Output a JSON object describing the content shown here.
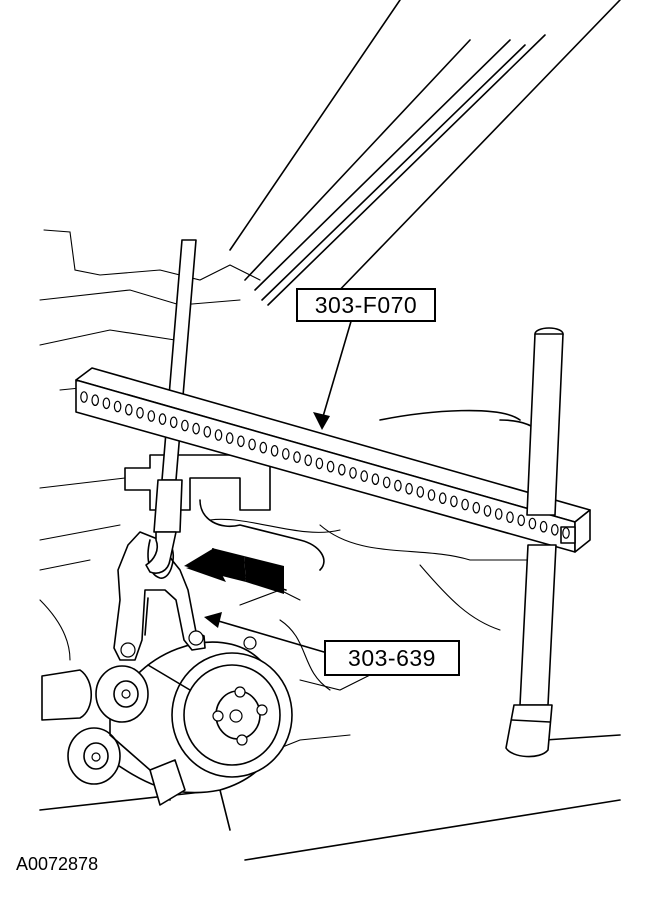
{
  "callouts": {
    "tool_a": "303-F070",
    "tool_b": "303-639"
  },
  "figure_id": "A0072878"
}
